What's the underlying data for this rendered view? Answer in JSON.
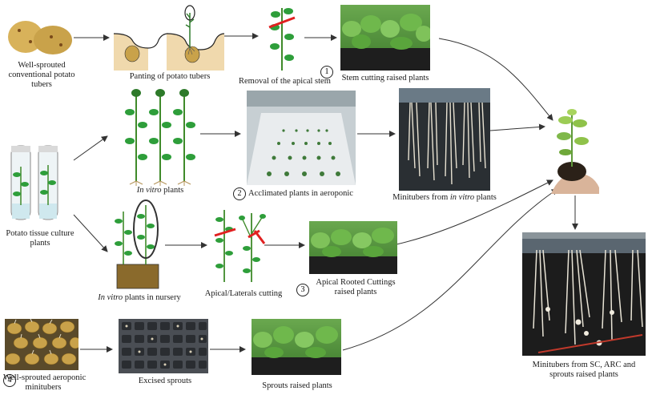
{
  "labels": {
    "wellsprouted_conventional": [
      "Well-sprouted",
      "conventional potato",
      "tubers"
    ],
    "planting": "Panting of potato tubers",
    "removal": "Removal of the apical stem",
    "stem_cutting": "Stem cutting raised plants",
    "invitro_plants_italic": "In vitro",
    "invitro_plants_rest": " plants",
    "acclimated": "Acclimated plants in aeroponic",
    "minitubers_invitro_prefix": "Minitubers from ",
    "minitubers_invitro_italic": "in vitro",
    "minitubers_invitro_suffix": " plants",
    "tissue_culture": [
      "Potato tissue culture",
      "plants"
    ],
    "nursery_italic": "In vitro",
    "nursery_rest": " plants in nursery",
    "apical_laterals": "Apical/Laterals cutting",
    "apical_rooted": [
      "Apical Rooted Cuttings",
      "raised plants"
    ],
    "minitubers_final": [
      "Minitubers from SC, ARC and",
      "sprouts raised plants"
    ],
    "wellsprouted_aeroponic": [
      "Well-sprouted aeroponic",
      "minitubers"
    ],
    "excised_sprouts": "Excised sprouts",
    "sprouts_raised": "Sprouts raised plants"
  },
  "numbers": [
    "1",
    "2",
    "3",
    "4"
  ],
  "colors": {
    "leaf": "#2e9e3a",
    "stem": "#3f8a2a",
    "tuber": "#c9a24a",
    "red_cut": "#e02020",
    "soil": "#8a6a2c",
    "arrow": "#333333"
  }
}
